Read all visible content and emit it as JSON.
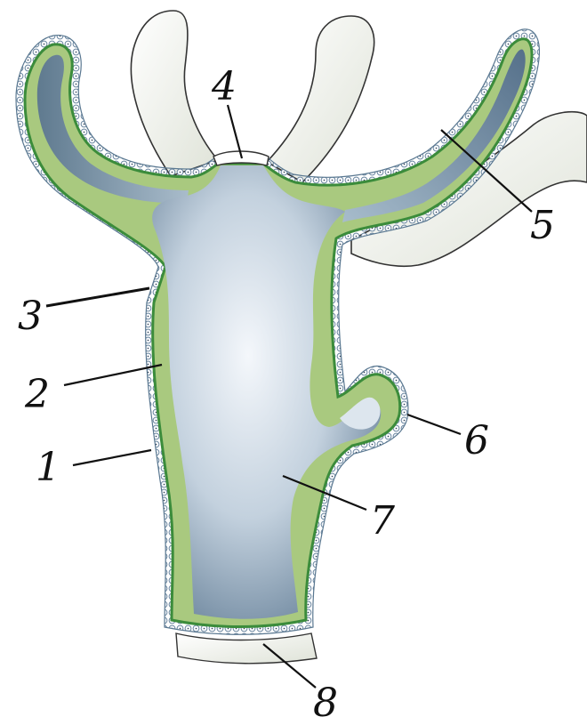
{
  "labels": {
    "l1": "1",
    "l2": "2",
    "l3": "3",
    "l4": "4",
    "l5": "5",
    "l6": "6",
    "l7": "7",
    "l8": "8"
  },
  "colors": {
    "background": "#ffffff",
    "ectoderm_cells_fill": "#f4f7fb",
    "ectoderm_cells_stroke": "#6f8ea8",
    "mesoglea_line": "#3f8f3f",
    "endoderm": "#a8c97f",
    "gastric_cavity_center": "#f3f6fa",
    "gastric_cavity_edge": "#7f97ae",
    "tentacle_fill": "#eef0ea",
    "outline": "#222222"
  }
}
